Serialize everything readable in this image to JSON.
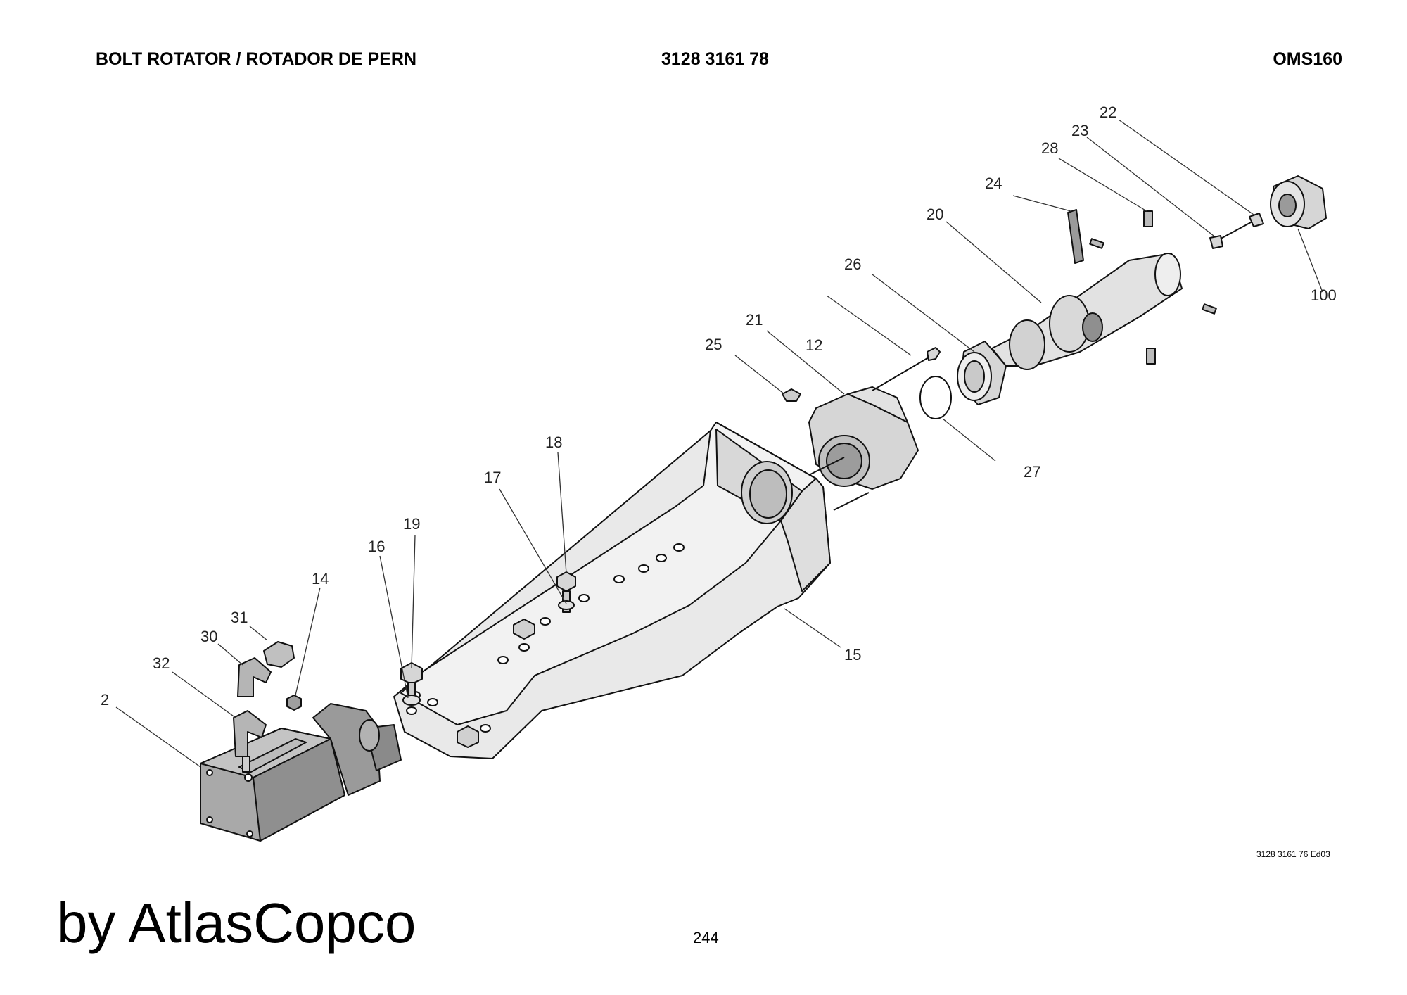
{
  "header": {
    "title": "BOLT ROTATOR / ROTADOR DE PERN",
    "part_number": "3128 3161 78",
    "model": "OMS160"
  },
  "callouts": [
    "2",
    "12",
    "14",
    "15",
    "16",
    "17",
    "18",
    "19",
    "20",
    "21",
    "22",
    "23",
    "24",
    "25",
    "26",
    "27",
    "28",
    "30",
    "31",
    "32",
    "100"
  ],
  "footer": {
    "drawing_id": "3128 3161 76 Ed03",
    "watermark": "by AtlasCopco",
    "page_number": "244"
  },
  "colors": {
    "housing_fill": "#e9e9e9",
    "motor_fill": "#a9a9a9",
    "part_fill": "#dcdcdc",
    "line": "#111111"
  }
}
